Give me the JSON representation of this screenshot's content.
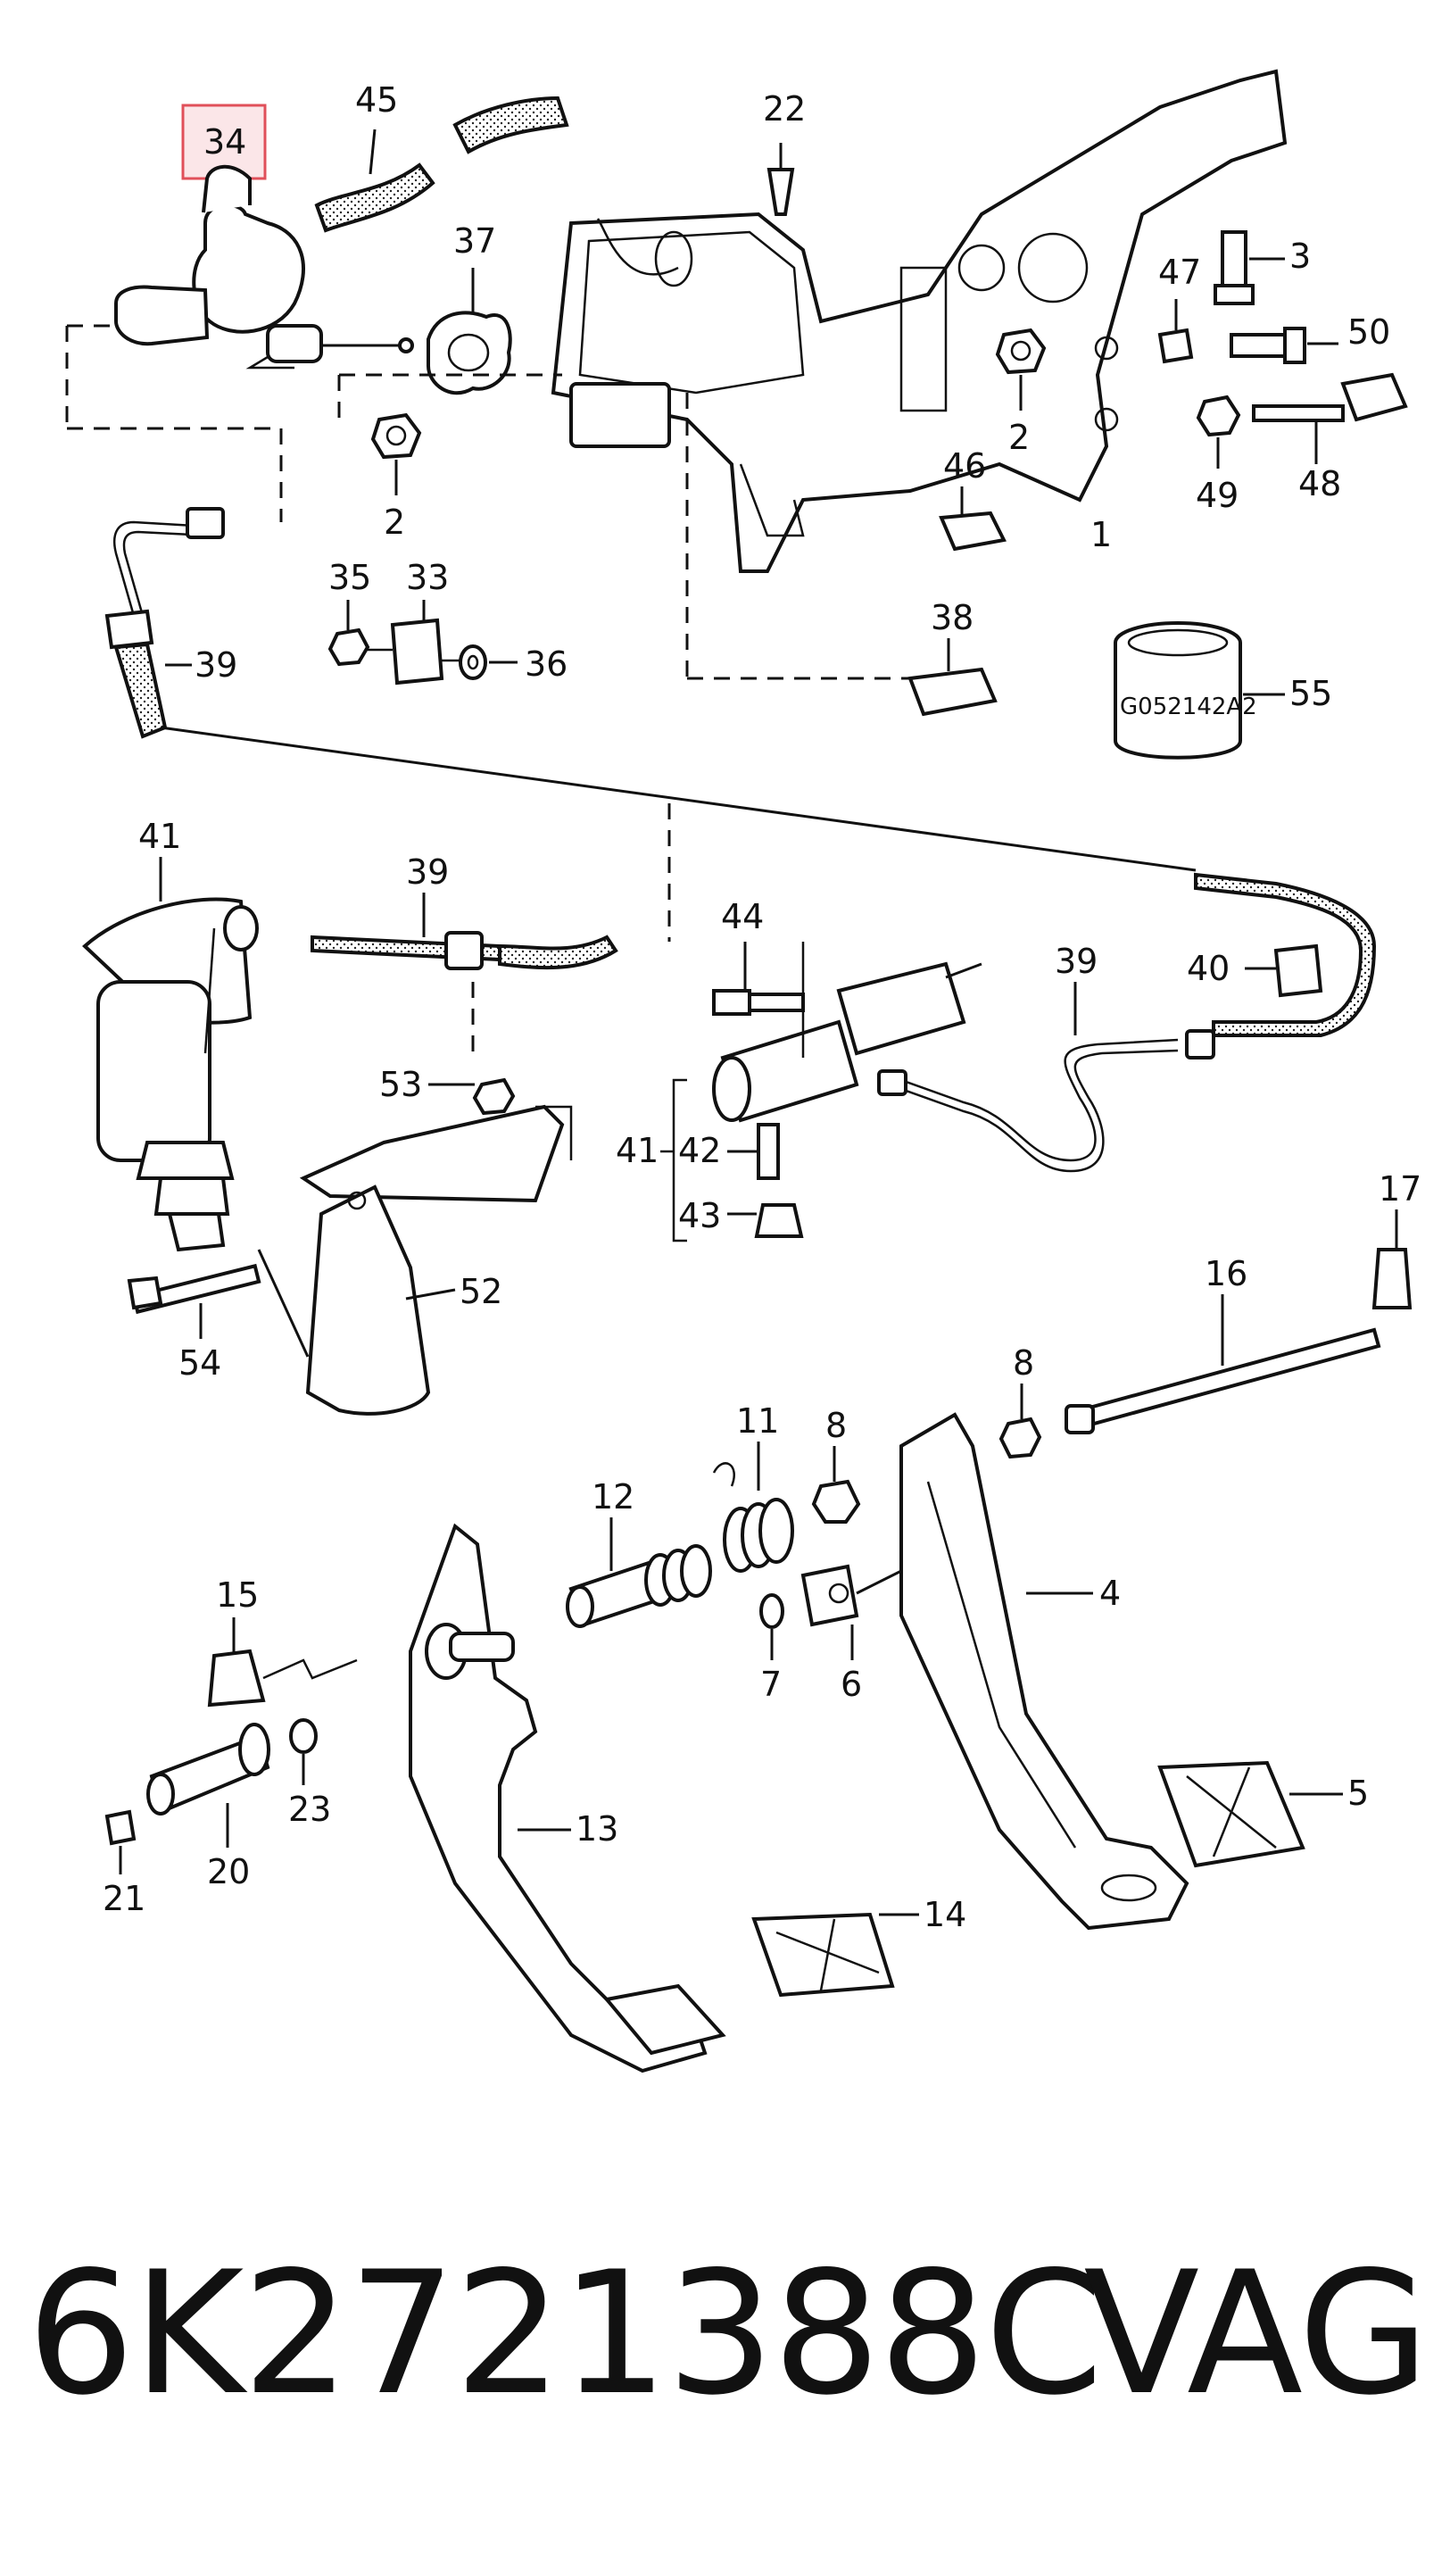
{
  "highlight_color": "#e0505a",
  "highlighted_part": "34",
  "callouts": [
    "34",
    "45",
    "22",
    "37",
    "3",
    "47",
    "50",
    "2",
    "2",
    "49",
    "48",
    "46",
    "1",
    "35",
    "33",
    "38",
    "39",
    "36",
    "55",
    "41",
    "39",
    "44",
    "39",
    "40",
    "53",
    "41",
    "42",
    "43",
    "17",
    "52",
    "54",
    "16",
    "8",
    "11",
    "8",
    "12",
    "4",
    "15",
    "7",
    "6",
    "5",
    "23",
    "13",
    "21",
    "20",
    "14"
  ],
  "box_code": "G052142A2",
  "footer": {
    "part_number": "6K2721388C",
    "brand": "VAG"
  }
}
